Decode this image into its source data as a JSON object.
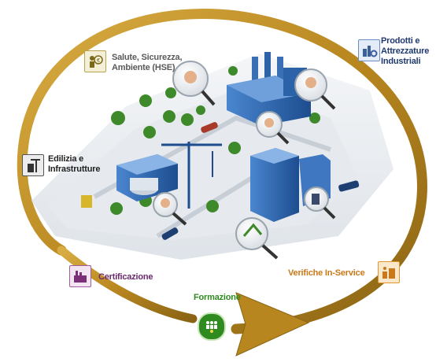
{
  "categories": [
    {
      "id": "hse",
      "label": "Salute, Sicurezza,\nAmbiente (HSE)",
      "color": "#5a5a5a",
      "icon": "people-eco-icon",
      "icon_color": "#9a8a3a"
    },
    {
      "id": "prodotti",
      "label": "Prodotti e\nAttrezzature\nIndustriali",
      "color": "#1f3a6e",
      "icon": "factory-gears-icon",
      "icon_color": "#6b8cc4"
    },
    {
      "id": "edilizia",
      "label": "Edilizia e\nInfrastrutture",
      "color": "#222222",
      "icon": "building-crane-icon",
      "icon_color": "#4a4a4a"
    },
    {
      "id": "certificazione",
      "label": "Certificazione",
      "color": "#6b2a6e",
      "icon": "certificate-factory-icon",
      "icon_color": "#a25aa0"
    },
    {
      "id": "formazione",
      "label": "Formazione",
      "color": "#2f8a1f",
      "icon": "training-people-icon",
      "icon_color": "#3aa61f"
    },
    {
      "id": "verifiche",
      "label": "Verifiche In-Service",
      "color": "#c9781a",
      "icon": "inspection-plant-icon",
      "icon_color": "#e0962a"
    }
  ],
  "colors": {
    "cycle_arrow": "#c99a2a",
    "cycle_arrow_dark": "#8a6414",
    "ground": "#e9ecf0",
    "tree": "#3e8a2a",
    "building_blue": "#2c62a8"
  }
}
